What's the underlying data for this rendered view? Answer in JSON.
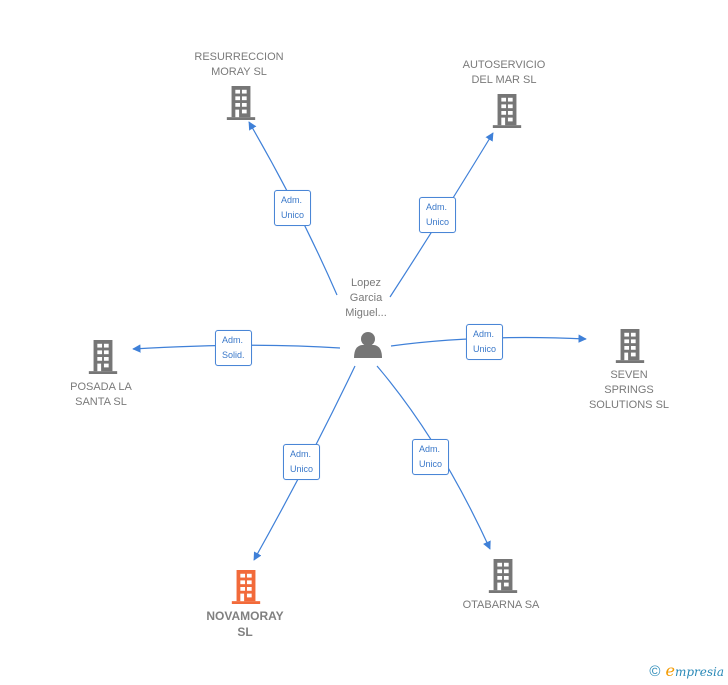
{
  "center": {
    "label": "Lopez\nGarcia\nMiguel...",
    "type": "person"
  },
  "colors": {
    "edge": "#3f80d8",
    "building": "#767676",
    "focus_building": "#f26a3a",
    "label": "#7a7a7a"
  },
  "nodes": [
    {
      "id": "resurreccion",
      "label": "RESURRECCION\nMORAY  SL",
      "relation": "Adm.\nUnico",
      "focus": false
    },
    {
      "id": "autoservicio",
      "label": "AUTOSERVICIO\nDEL MAR SL",
      "relation": "Adm.\nUnico",
      "focus": false
    },
    {
      "id": "posada",
      "label": "POSADA LA\nSANTA  SL",
      "relation": "Adm.\nSolid.",
      "focus": false
    },
    {
      "id": "seven-springs",
      "label": "SEVEN\nSPRINGS\nSOLUTIONS  SL",
      "relation": "Adm.\nUnico",
      "focus": false
    },
    {
      "id": "novamoray",
      "label": "NOVAMORAY\nSL",
      "relation": "Adm.\nUnico",
      "focus": true
    },
    {
      "id": "otabarna",
      "label": "OTABARNA SA",
      "relation": "Adm.\nUnico",
      "focus": false
    }
  ],
  "footer": {
    "copyright_symbol": "©",
    "brand_initial": "e",
    "brand_rest": "mpresia"
  }
}
